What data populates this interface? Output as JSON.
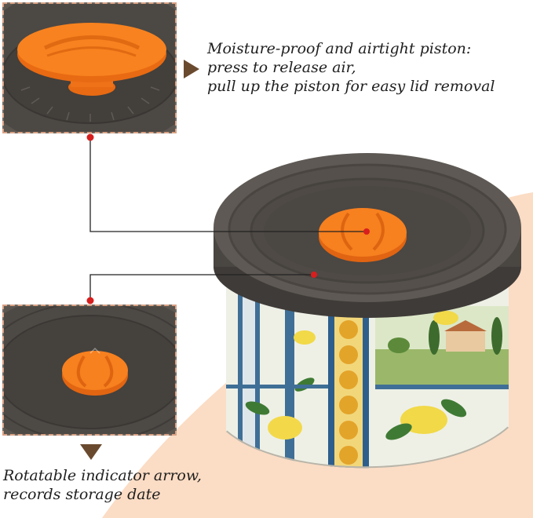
{
  "captions": {
    "piston": [
      "Moisture-proof and airtight piston:",
      "press to release air,",
      "pull up the piston for easy lid removal"
    ],
    "indicator": [
      "Rotatable indicator arrow,",
      "records storage date"
    ]
  },
  "colors": {
    "peach_background": "#fbdcc4",
    "lid": "#5f5a55",
    "piston": "#f57a1c",
    "inset_border": "#d9a184",
    "arrow": "#6a4a2f",
    "callout_dot": "#d81e1e",
    "callout_line": "#222222"
  },
  "icons": {
    "piston_pointer": "triangle-right-icon",
    "indicator_pointer": "triangle-down-icon"
  }
}
